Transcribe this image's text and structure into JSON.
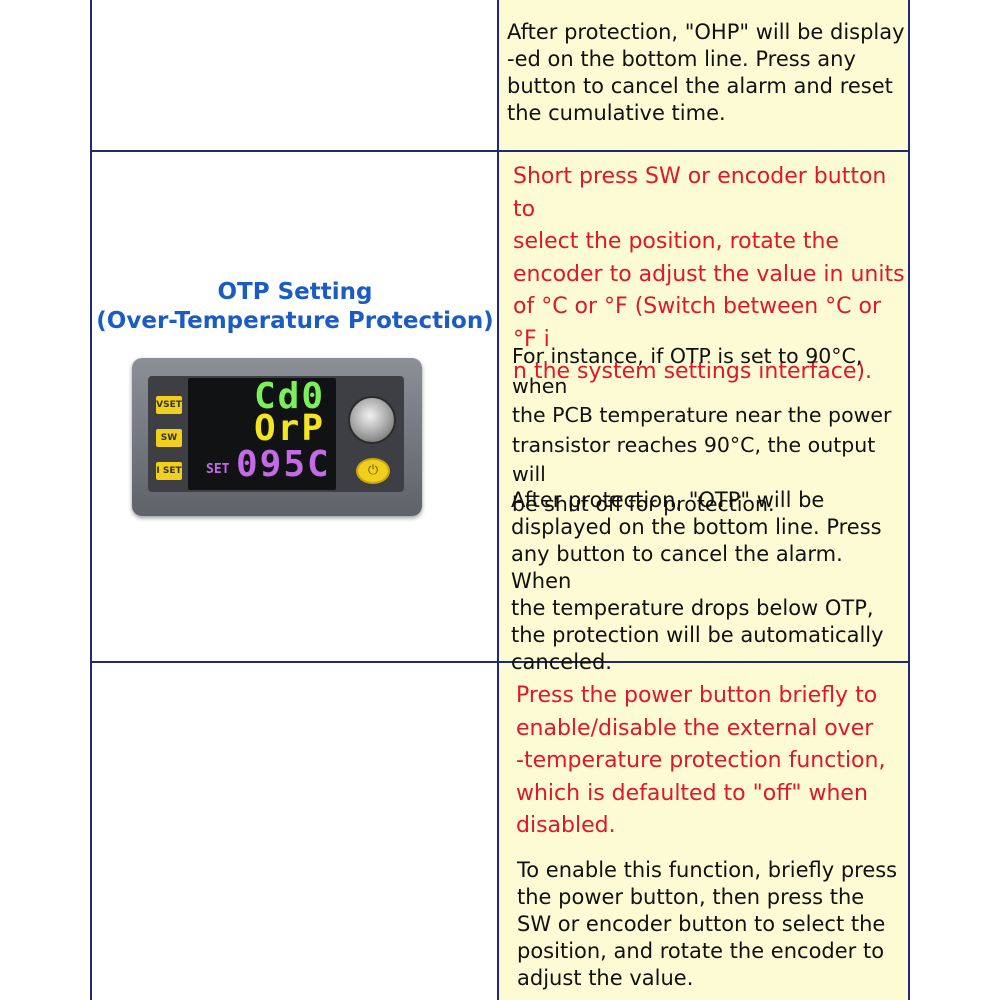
{
  "row1": {
    "text": "After protection, \"OHP\" will be display\n-ed on the bottom line. Press any\nbutton to cancel the alarm and reset\nthe cumulative time."
  },
  "row2": {
    "title_line1": "OTP Setting",
    "title_line2": "(Over-Temperature Protection)",
    "red_text": "Short press SW or encoder button to\nselect the position, rotate the\nencoder to adjust the value in units\nof °C or °F (Switch between °C or °F i\nn the system settings interface).",
    "example_text": "For instance, if OTP is set to 90°C, when\nthe PCB temperature near the power\ntransistor reaches 90°C, the output will\nbe shut off for protection.",
    "after_text": "After protection, \"OTP\" will be\ndisplayed on the bottom line. Press\nany button to cancel the alarm. When\nthe temperature drops below OTP,\nthe protection will be automatically\ncanceled.",
    "device": {
      "btn_vset": "VSET",
      "btn_sw": "SW",
      "btn_iset": "I SET",
      "line1": "Cd0",
      "line2": "OrP",
      "set_label": "SET",
      "line3": "095C"
    }
  },
  "row3": {
    "red_text": "Press the power button briefly to\nenable/disable the external over\n-temperature protection function,\nwhich is defaulted to \"off\" when\n disabled.",
    "black_text": "To enable this function, briefly press\nthe power button, then press the\nSW or encoder button to select the\nposition, and rotate the encoder to\nadjust the value."
  },
  "colors": {
    "border": "#1f2a70",
    "cell_bg": "#fdfbd3",
    "red": "#e0172a",
    "title_blue": "#1b5cc4",
    "seg_green": "#7cf05a",
    "seg_yellow": "#f2e521",
    "seg_purple": "#c36be6"
  }
}
